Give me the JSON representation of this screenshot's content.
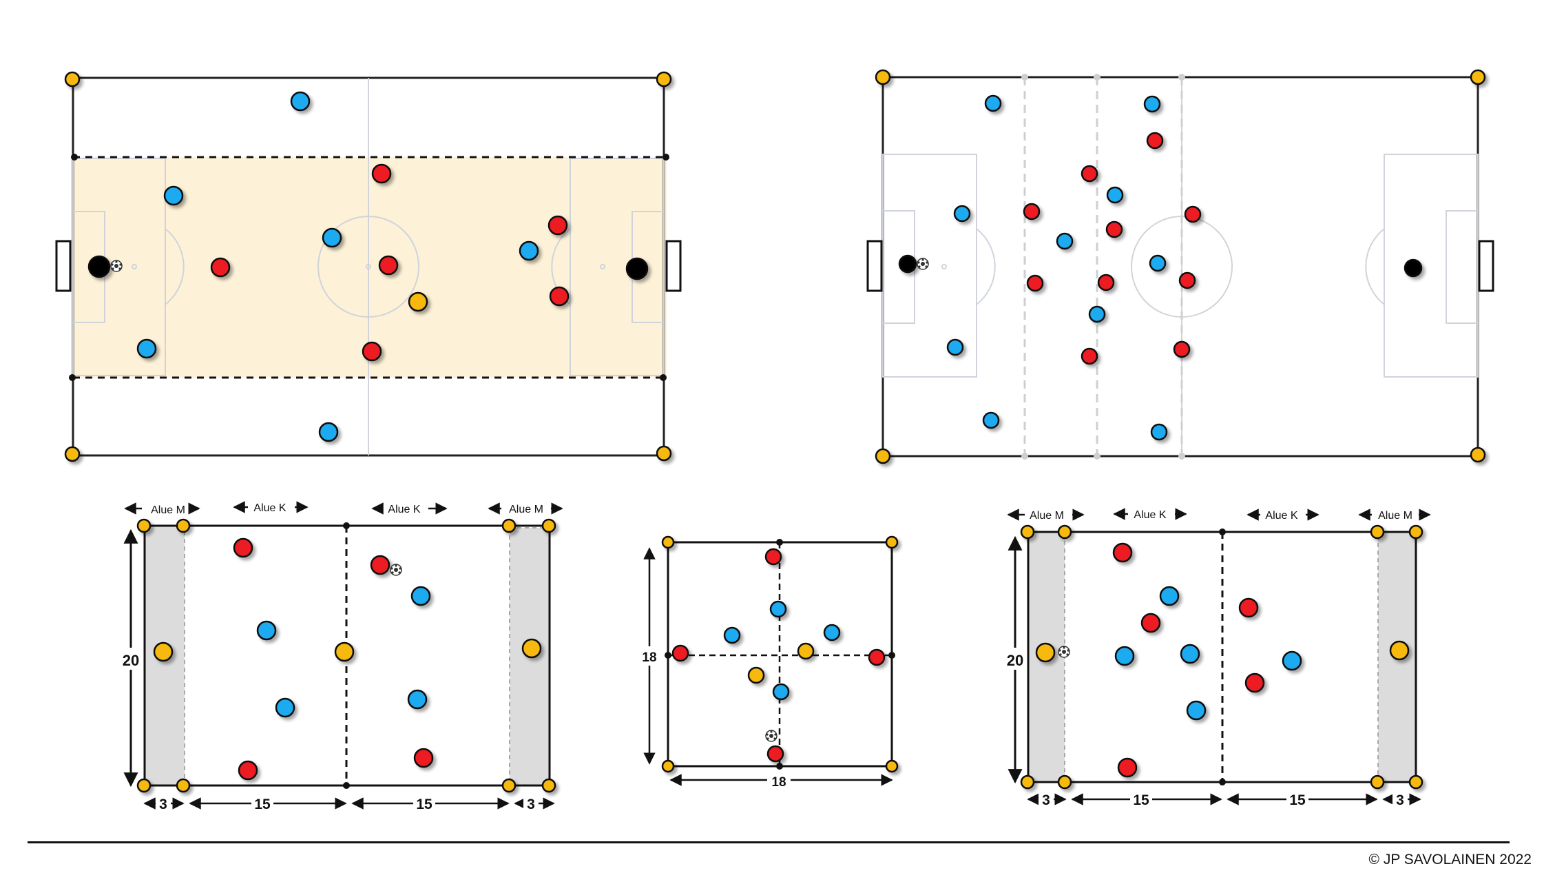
{
  "copyright": "© JP SAVOLAINEN 2022",
  "colors": {
    "red": "#ec1c24",
    "blue": "#1eaaf1",
    "yellow": "#f7b910",
    "black": "#000000",
    "zone_fill": "#fdf1d8",
    "side_zone_fill": "#dcdcdc",
    "pitch_lines": "#d0d4da"
  },
  "labels": {
    "zone_wide": "Alue M",
    "zone_center": "Alue K"
  },
  "pitch_a": {
    "players": [
      {
        "team": "blue"
      },
      {
        "team": "blue"
      },
      {
        "team": "blue"
      },
      {
        "team": "blue"
      },
      {
        "team": "blue"
      },
      {
        "team": "blue"
      },
      {
        "team": "red"
      },
      {
        "team": "red"
      },
      {
        "team": "red"
      },
      {
        "team": "red"
      },
      {
        "team": "red"
      },
      {
        "team": "red"
      },
      {
        "team": "yellow"
      },
      {
        "team": "black"
      },
      {
        "team": "black"
      }
    ]
  },
  "pitch_b": {
    "players": [
      {
        "team": "blue"
      },
      {
        "team": "blue"
      },
      {
        "team": "blue"
      },
      {
        "team": "blue"
      },
      {
        "team": "blue"
      },
      {
        "team": "blue"
      },
      {
        "team": "blue"
      },
      {
        "team": "blue"
      },
      {
        "team": "blue"
      },
      {
        "team": "blue"
      },
      {
        "team": "red"
      },
      {
        "team": "red"
      },
      {
        "team": "red"
      },
      {
        "team": "red"
      },
      {
        "team": "red"
      },
      {
        "team": "red"
      },
      {
        "team": "red"
      },
      {
        "team": "red"
      },
      {
        "team": "red"
      },
      {
        "team": "red"
      },
      {
        "team": "black"
      },
      {
        "team": "black"
      }
    ]
  },
  "grid_left": {
    "height": "20",
    "widths": [
      "3",
      "15",
      "15",
      "3"
    ]
  },
  "grid_center": {
    "height": "18",
    "width": "18"
  },
  "grid_right": {
    "height": "20",
    "widths": [
      "3",
      "15",
      "15",
      "3"
    ]
  }
}
